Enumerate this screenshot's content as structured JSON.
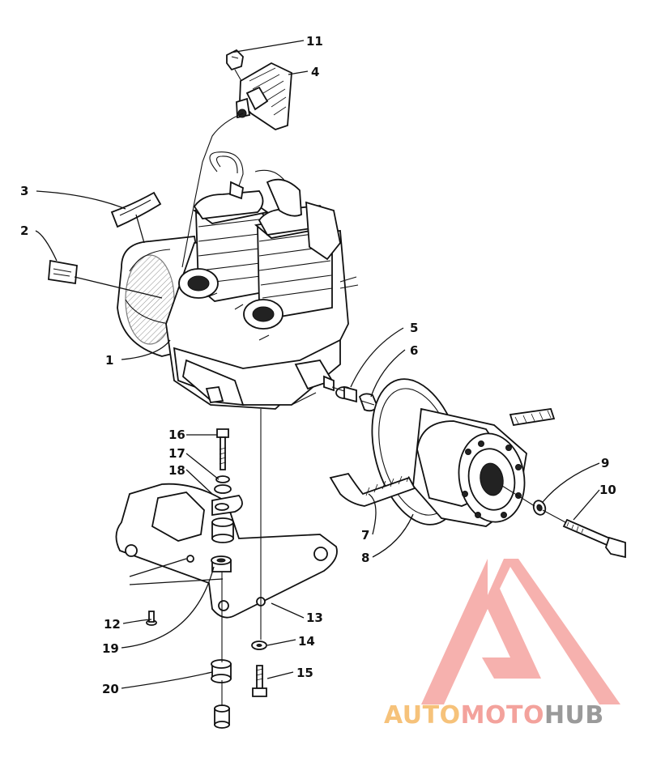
{
  "diagram": {
    "callouts": [
      {
        "id": "1",
        "label": "1"
      },
      {
        "id": "2",
        "label": "2"
      },
      {
        "id": "3",
        "label": "3"
      },
      {
        "id": "4",
        "label": "4"
      },
      {
        "id": "5",
        "label": "5"
      },
      {
        "id": "6",
        "label": "6"
      },
      {
        "id": "7",
        "label": "7"
      },
      {
        "id": "8",
        "label": "8"
      },
      {
        "id": "9",
        "label": "9"
      },
      {
        "id": "10",
        "label": "10"
      },
      {
        "id": "11",
        "label": "11"
      },
      {
        "id": "12",
        "label": "12"
      },
      {
        "id": "13",
        "label": "13"
      },
      {
        "id": "14",
        "label": "14"
      },
      {
        "id": "15",
        "label": "15"
      },
      {
        "id": "16",
        "label": "16"
      },
      {
        "id": "17",
        "label": "17"
      },
      {
        "id": "18",
        "label": "18"
      },
      {
        "id": "19",
        "label": "19"
      },
      {
        "id": "20",
        "label": "20"
      }
    ]
  },
  "watermark": {
    "text_auto": "AUTO",
    "text_moto": "MOTO",
    "text_hub": "HUB",
    "colors": {
      "triangle": "#f4a3a0",
      "auto": "#f6c27a",
      "moto": "#f3a29c",
      "hub": "#9a9a9a"
    }
  }
}
